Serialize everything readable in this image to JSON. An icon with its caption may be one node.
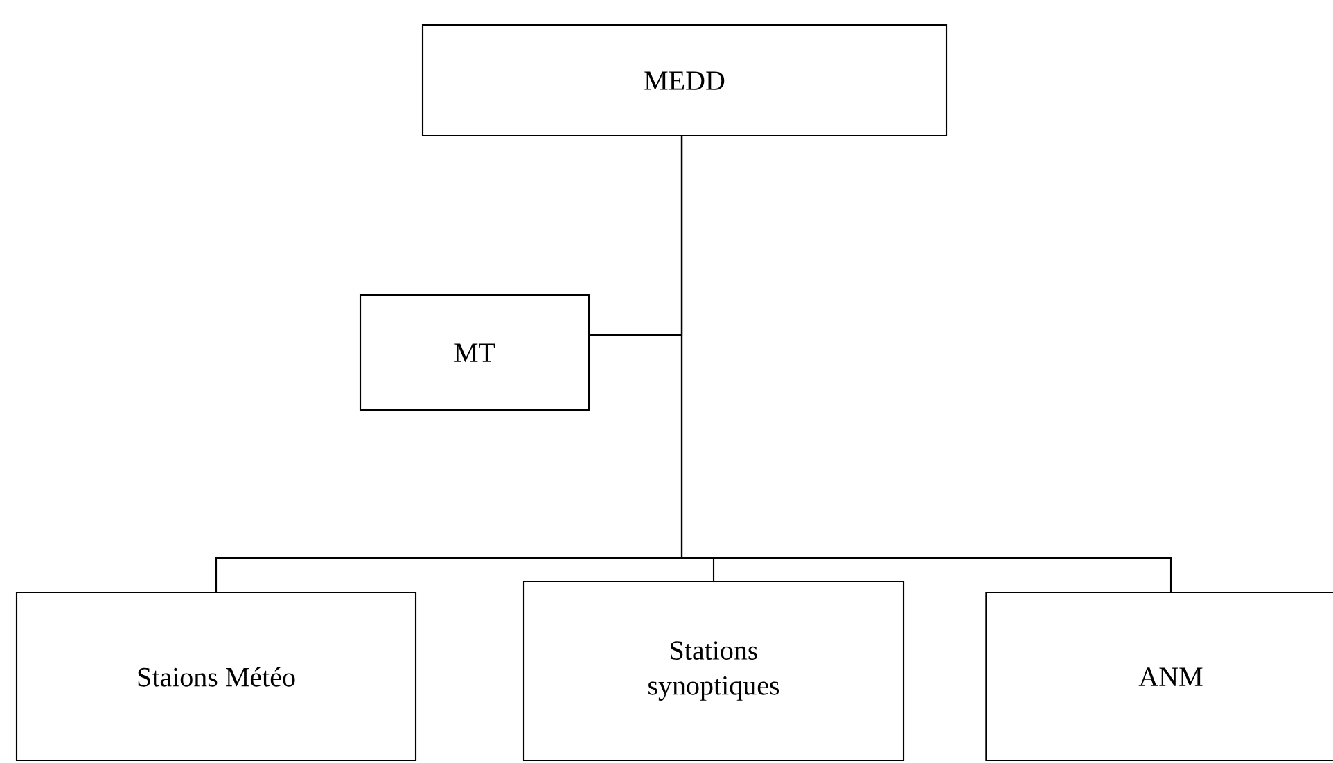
{
  "diagram": {
    "nodes": [
      {
        "text": [
          "MEDD"
        ]
      },
      {
        "text": [
          "MT"
        ]
      },
      {
        "text": [
          "Staions Météo"
        ]
      },
      {
        "text": [
          "Stations synoptiques"
        ]
      },
      {
        "text": [
          "ANM"
        ]
      }
    ],
    "edges": [
      {
        "from": 0,
        "to": 1,
        "arrow": "none"
      },
      {
        "from": 0,
        "to": 2,
        "arrow": "none"
      },
      {
        "from": 0,
        "to": 3,
        "arrow": "none"
      },
      {
        "from": 0,
        "to": 4,
        "arrow": "none"
      }
    ]
  }
}
